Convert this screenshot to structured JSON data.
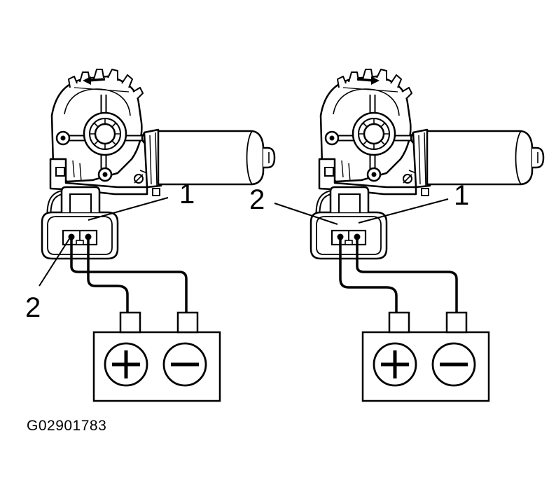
{
  "figure": {
    "code": "G02901783",
    "colors": {
      "ink": "#000000",
      "paper": "#ffffff"
    },
    "panels": [
      {
        "id": "left",
        "rotation_arrow": "arrow-left-icon",
        "callouts": {
          "terminal_1": "1",
          "terminal_2": "2"
        },
        "battery": {
          "positive_symbol": "plus-icon",
          "negative_symbol": "minus-icon"
        }
      },
      {
        "id": "right",
        "rotation_arrow": "arrow-right-icon",
        "callouts": {
          "terminal_1": "1",
          "terminal_2": "2"
        },
        "battery": {
          "positive_symbol": "plus-icon",
          "negative_symbol": "minus-icon"
        }
      }
    ]
  }
}
